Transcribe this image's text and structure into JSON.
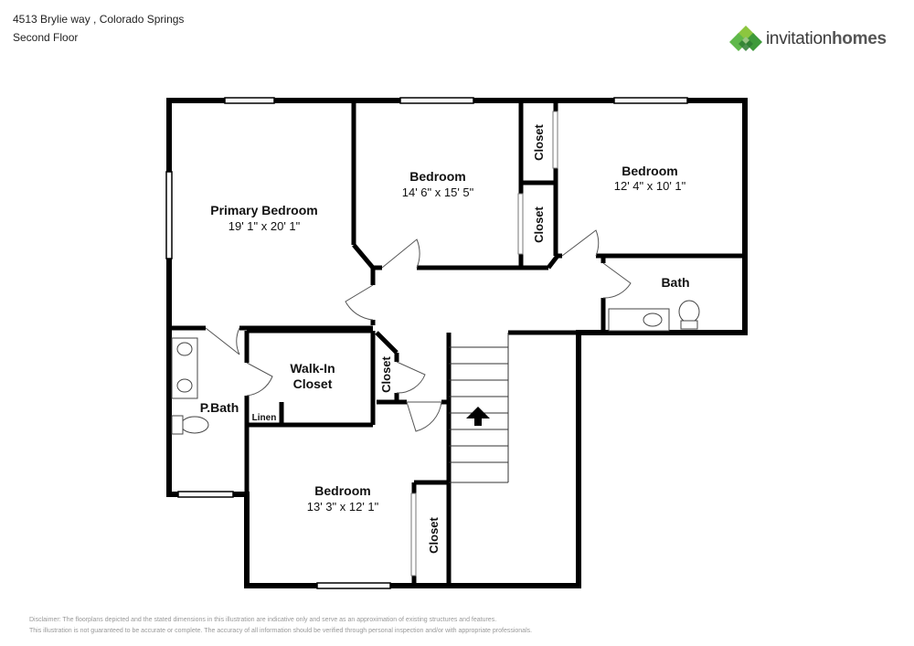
{
  "header": {
    "address": "4513 Brylie way , Colorado Springs",
    "floor": "Second Floor"
  },
  "brand": {
    "name_regular": "invitation",
    "name_bold": "homes",
    "logo_colors": [
      "#5fb84a",
      "#3e9a3a",
      "#8cc63f",
      "#2e7d32"
    ]
  },
  "rooms": {
    "primary_bedroom": {
      "name": "Primary Bedroom",
      "dims": "19' 1\" x 20' 1\""
    },
    "bedroom_2": {
      "name": "Bedroom",
      "dims": "14' 6\" x 15' 5\""
    },
    "bedroom_3": {
      "name": "Bedroom",
      "dims": "12' 4\" x 10' 1\""
    },
    "bedroom_4": {
      "name": "Bedroom",
      "dims": "13' 3\" x 12' 1\""
    },
    "bath": {
      "name": "Bath"
    },
    "p_bath": {
      "name": "P.Bath"
    },
    "walk_in_closet": {
      "line1": "Walk-In",
      "line2": "Closet"
    },
    "linen": {
      "name": "Linen"
    },
    "closet_label": "Closet"
  },
  "disclaimer": {
    "line1": "Disclaimer: The floorplans depicted and the stated dimensions in this illustration are indicative only and serve as an approximation of existing structures and features.",
    "line2": "This illustration is not guaranteed to be accurate or complete. The accuracy of all information should be verified through personal inspection and/or with appropriate professionals."
  }
}
